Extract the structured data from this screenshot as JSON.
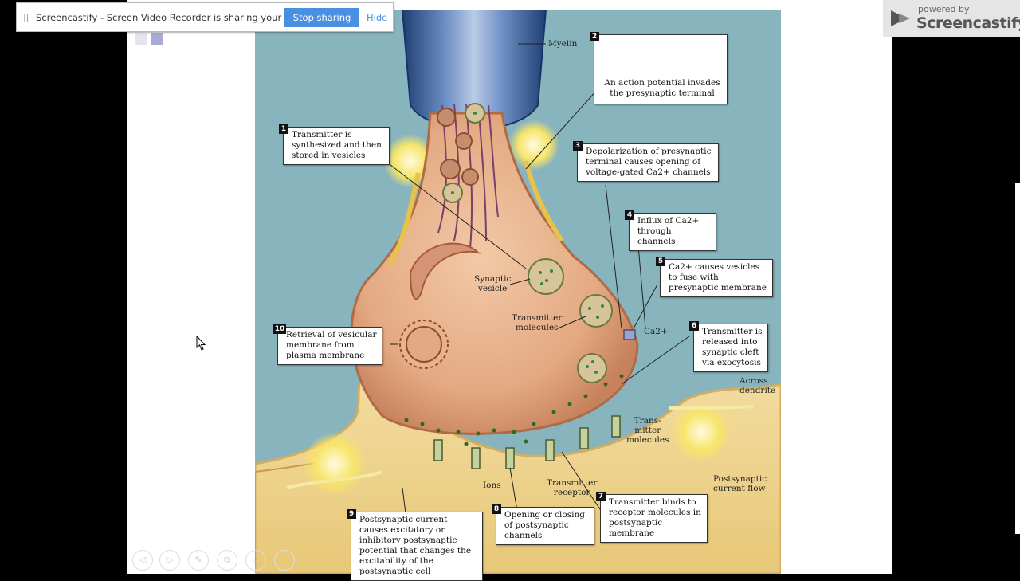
{
  "sharebar": {
    "message": "Screencastify - Screen Video Recorder is sharing your screen.",
    "stop_label": "Stop sharing",
    "hide_label": "Hide"
  },
  "badge": {
    "powered_by": "powered by",
    "brand": "Screencastify"
  },
  "diagram": {
    "myelin": "Myelin",
    "synaptic_vesicle": "Synaptic\nvesicle",
    "transmitter_molecules": "Transmitter\nmolecules",
    "ca_label": "Ca2+",
    "across_dendrite": "Across\ndendrite",
    "trans_mitter_molecules": "Trans-\nmitter\nmolecules",
    "postsynaptic_current_flow": "Postsynaptic\ncurrent flow",
    "ions": "Ions",
    "transmitter_receptor": "Transmitter\nreceptor",
    "steps": [
      {
        "num": "1",
        "text": "Transmitter is synthesized and then stored in vesicles"
      },
      {
        "num": "2",
        "text": "An action potential invades the presynaptic terminal"
      },
      {
        "num": "3",
        "text": "Depolarization of presynaptic terminal causes opening of voltage-gated Ca2+ channels"
      },
      {
        "num": "4",
        "text": "Influx of Ca2+ through channels"
      },
      {
        "num": "5",
        "text": "Ca2+ causes vesicles to fuse with presynaptic membrane"
      },
      {
        "num": "6",
        "text": "Transmitter is released into synaptic cleft via exocytosis"
      },
      {
        "num": "7",
        "text": "Transmitter binds to receptor molecules in postsynaptic membrane"
      },
      {
        "num": "8",
        "text": "Opening or closing of postsynaptic channels"
      },
      {
        "num": "9",
        "text": "Postsynaptic current causes excitatory or inhibitory postsynaptic potential that changes the excitability of the postsynaptic cell"
      },
      {
        "num": "10",
        "text": "Retrieval of vesicular membrane from plasma membrane"
      }
    ]
  },
  "toolbar": {
    "icons": [
      "prev-icon",
      "next-icon",
      "pen-icon",
      "copy-icon",
      "zoom-icon",
      "more-icon"
    ]
  }
}
